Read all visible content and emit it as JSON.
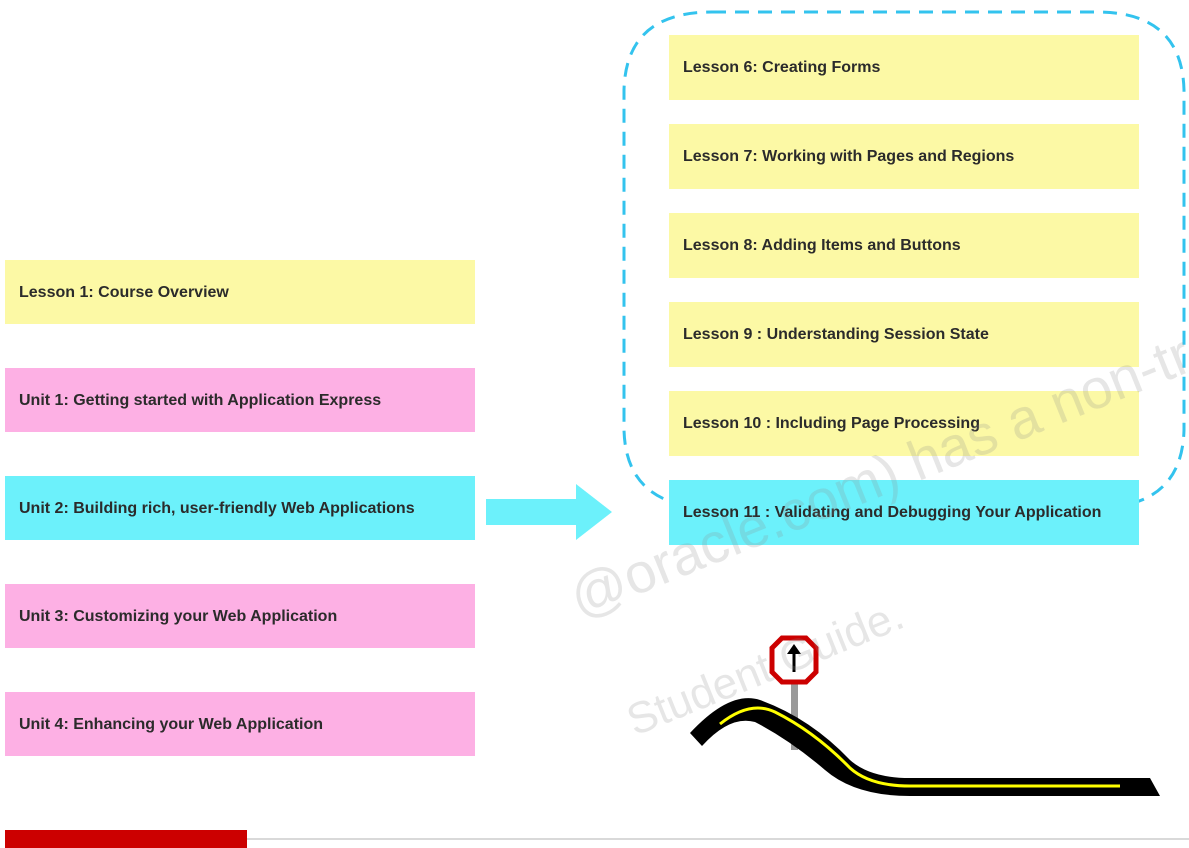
{
  "left_items": [
    {
      "label": "Lesson 1: Course Overview",
      "color": "#fcf9a5"
    },
    {
      "label": "Unit 1: Getting started with Application Express",
      "color": "#fdb0e4"
    },
    {
      "label": "Unit  2: Building rich, user-friendly Web Applications",
      "color": "#6cf1fb"
    },
    {
      "label": "Unit  3: Customizing your Web Application",
      "color": "#fdb0e4"
    },
    {
      "label": "Unit  4: Enhancing your Web Application",
      "color": "#fdb0e4"
    }
  ],
  "right_items": [
    {
      "label": "Lesson 6: Creating Forms",
      "color": "#fcf9a5"
    },
    {
      "label": "Lesson 7: Working with Pages and Regions",
      "color": "#fcf9a5"
    },
    {
      "label": "Lesson 8: Adding Items and Buttons",
      "color": "#fcf9a5"
    },
    {
      "label": "Lesson 9 : Understanding Session State",
      "color": "#fcf9a5"
    },
    {
      "label": "Lesson 10 : Including Page Processing",
      "color": "#fcf9a5"
    },
    {
      "label": "Lesson 11 : Validating and Debugging Your Application",
      "color": "#6cf1fb"
    }
  ],
  "watermark": {
    "line1": "@oracle.com) has a non-transferable",
    "line2": "Student Guide."
  },
  "colors": {
    "arrow": "#6cf1fb",
    "dashed_border": "#33c3ee",
    "footer_accent": "#cc0000",
    "road": "#000000",
    "road_line": "#ffff00",
    "sign": "#cc0000"
  }
}
